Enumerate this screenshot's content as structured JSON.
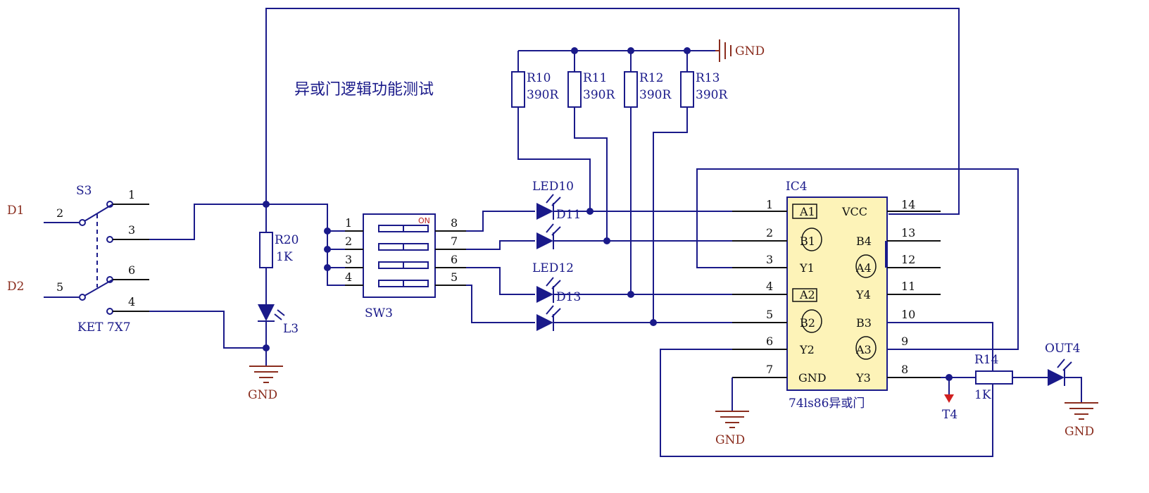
{
  "title": "异或门逻辑功能测试",
  "colors": {
    "wire": "#1a1a8a",
    "ground": "#8a2d1e",
    "ic_fill": "#fdf3b8",
    "led": "#1a1a8a"
  },
  "inputs": {
    "d1": "D1",
    "d2": "D2"
  },
  "switch_s3": {
    "ref": "S3",
    "part": "KET 7X7",
    "pins": [
      "1",
      "2",
      "3",
      "4",
      "5",
      "6"
    ]
  },
  "r20": {
    "ref": "R20",
    "value": "1K"
  },
  "l3": {
    "ref": "L3"
  },
  "sw3": {
    "ref": "SW3",
    "on_label": "ON",
    "left_pins": [
      "1",
      "2",
      "3",
      "4"
    ],
    "right_pins": [
      "8",
      "7",
      "6",
      "5"
    ]
  },
  "resistors": [
    {
      "ref": "R10",
      "value": "390R"
    },
    {
      "ref": "R11",
      "value": "390R"
    },
    {
      "ref": "R12",
      "value": "390R"
    },
    {
      "ref": "R13",
      "value": "390R"
    }
  ],
  "leds": [
    {
      "ref": "LED10"
    },
    {
      "ref": "D11"
    },
    {
      "ref": "LED12"
    },
    {
      "ref": "D13"
    }
  ],
  "ic4": {
    "ref": "IC4",
    "part": "74ls86异或门",
    "left_pins": [
      "1",
      "2",
      "3",
      "4",
      "5",
      "6",
      "7"
    ],
    "left_labels": [
      "A1",
      "B1",
      "Y1",
      "A2",
      "B2",
      "Y2",
      "GND"
    ],
    "right_pins": [
      "14",
      "13",
      "12",
      "11",
      "10",
      "9",
      "8"
    ],
    "right_labels": [
      "VCC",
      "B4",
      "A4",
      "Y4",
      "B3",
      "A3",
      "Y3"
    ]
  },
  "r14": {
    "ref": "R14",
    "value": "1K"
  },
  "t4": {
    "ref": "T4"
  },
  "out4": {
    "ref": "OUT4"
  },
  "ground_label": "GND"
}
